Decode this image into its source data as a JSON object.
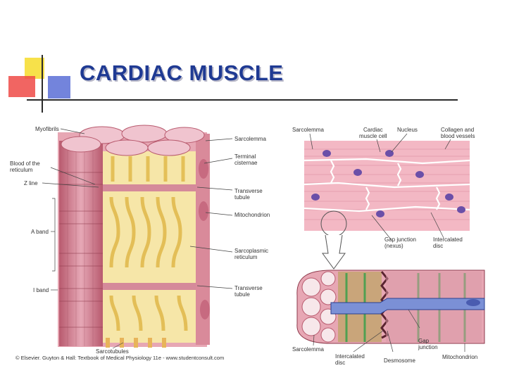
{
  "slide": {
    "title": "CARDIAC MUSCLE"
  },
  "left_diagram": {
    "labels": {
      "myofibrils": "Myofibrils",
      "sarcolemma": "Sarcolemma",
      "terminal_cisternae": "Terminal\ncisternae",
      "blood_of_the_reticulum": "Blood of the\nreticulum",
      "z_line": "Z line",
      "transverse_tubule_top": "Transverse\ntubule",
      "mitochondrion": "Mitochondrion",
      "a_band": "A band",
      "sarcoplasmic_reticulum": "Sarcoplasmic\nreticulum",
      "i_band": "I band",
      "transverse_tubule_bottom": "Transverse\ntubule",
      "sarcotubules": "Sarcotubules"
    },
    "credit": "© Elsevier. Guyton & Hall: Textbook of Medical Physiology 11e - www.studentconsult.com"
  },
  "right_diagram": {
    "labels": {
      "sarcolemma_top": "Sarcolemma",
      "cardiac_muscle_cell": "Cardiac\nmuscle cell",
      "nucleus": "Nucleus",
      "collagen": "Collagen and\nblood vessels",
      "gap_junction_nexus": "Gap junction\n(nexus)",
      "intercalated_disc_top": "Intercalated\ndisc",
      "gap_junction_bottom": "Gap\njunction",
      "sarcolemma_bottom": "Sarcolemma",
      "intercalated_disc_bottom": "Intercalated\ndisc",
      "desmosome": "Desmosome",
      "mitochondrion_bottom": "Mitochondrion"
    }
  },
  "colors": {
    "title": "#1f3a93",
    "accent_yellow": "#f7e14a",
    "accent_red": "#e8352e",
    "accent_blue": "#3a55c8",
    "muscle_pink": "#d98a9a",
    "reticulum_yellow": "#f6e6a8",
    "tissue_pink": "#f3b8c4",
    "nucleus_purple": "#6b4fa8"
  }
}
